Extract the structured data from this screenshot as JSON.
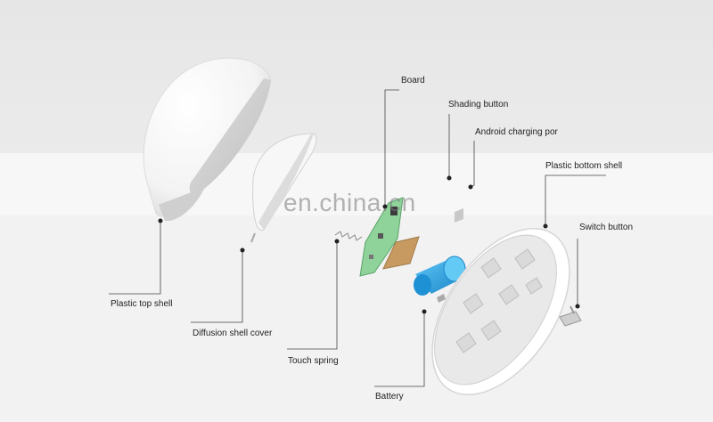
{
  "diagram": {
    "labels": {
      "board": "Board",
      "shading_button": "Shading button",
      "android_charging_port": "Android charging por",
      "plastic_bottom_shell": "Plastic bottom shell",
      "switch_button": "Switch button",
      "plastic_top_shell": "Plastic top shell",
      "diffusion_shell_cover": "Diffusion shell cover",
      "touch_spring": "Touch spring",
      "battery": "Battery"
    },
    "watermark": "en.china.cn",
    "colors": {
      "shell": "#fbfbfb",
      "shell_shadow": "#d8d8d8",
      "board_green": "#8fd39a",
      "pad_orange": "#c79a62",
      "battery_blue": "#2ea6e8",
      "leader_line": "#444444"
    }
  }
}
